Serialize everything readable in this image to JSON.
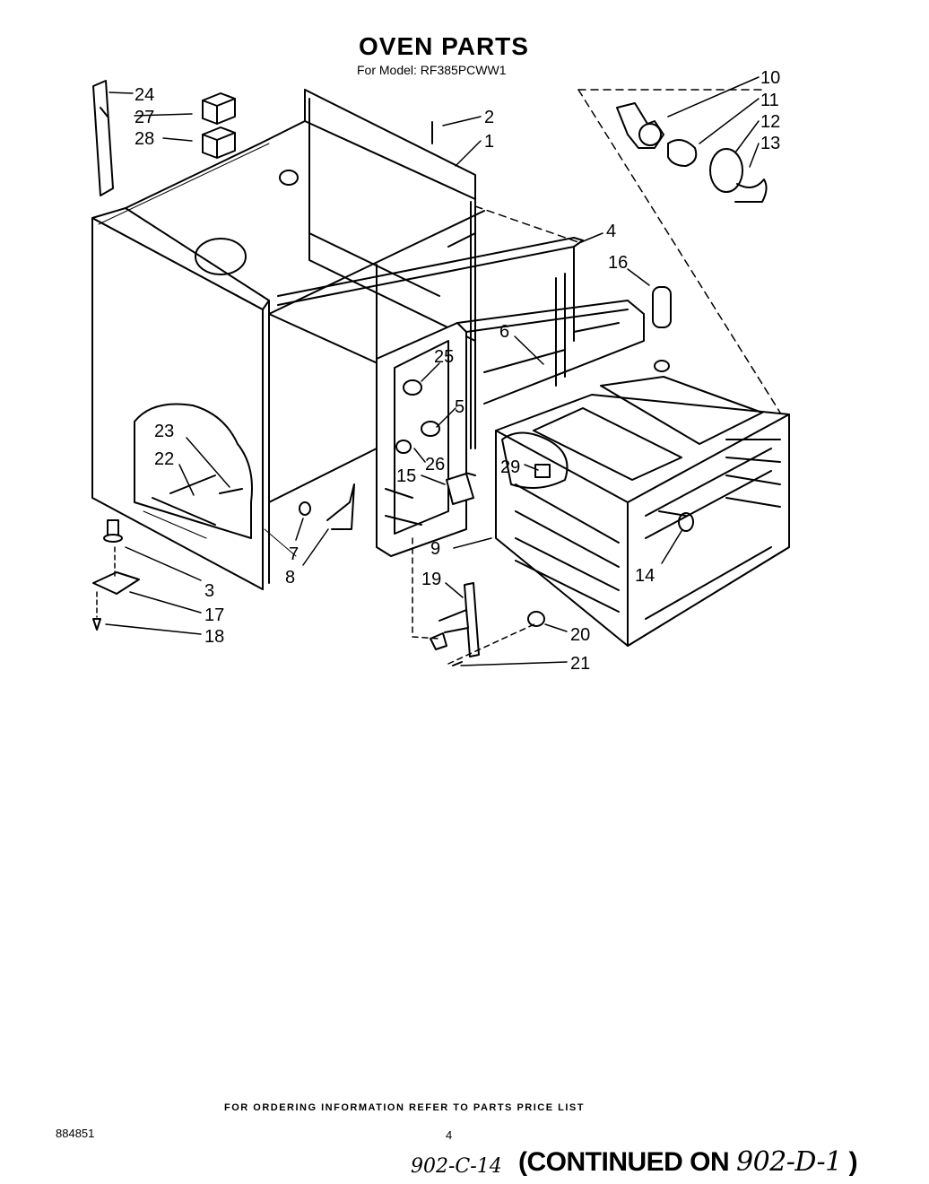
{
  "header": {
    "title": "OVEN PARTS",
    "subtitle": "For Model: RF385PCWW1"
  },
  "callouts": [
    "24",
    "27",
    "28",
    "2",
    "1",
    "10",
    "11",
    "12",
    "13",
    "4",
    "16",
    "6",
    "25",
    "5",
    "26",
    "29",
    "15",
    "23",
    "22",
    "3",
    "17",
    "18",
    "7",
    "8",
    "9",
    "19",
    "20",
    "21",
    "14"
  ],
  "footer": {
    "ordering_note": "FOR ORDERING INFORMATION REFER TO PARTS PRICE LIST",
    "doc_number": "884851",
    "page_number": "4",
    "handwritten_ref": "902-C-14",
    "continued_open": "(CONTINUED ON ",
    "continued_hand": "902-D-1",
    "continued_close": " )"
  }
}
